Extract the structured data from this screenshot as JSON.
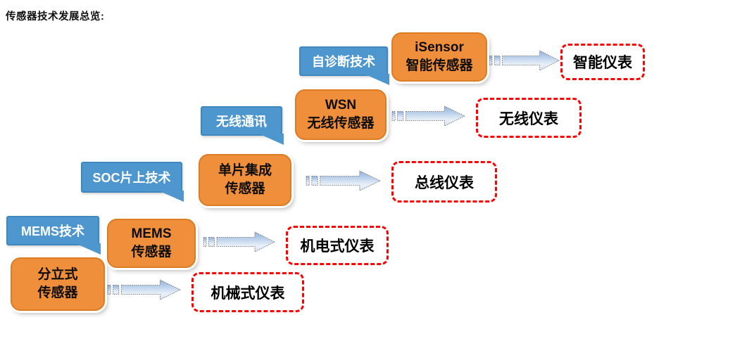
{
  "title": "传感器技术发展总览:",
  "rows": [
    {
      "tech": "自诊断技术",
      "sensor_line1": "iSensor",
      "sensor_line2": "智能传感器",
      "instrument": "智能仪表"
    },
    {
      "tech": "无线通讯",
      "sensor_line1": "WSN",
      "sensor_line2": "无线传感器",
      "instrument": "无线仪表"
    },
    {
      "tech": "SOC片上技术",
      "sensor_line1": "单片集成",
      "sensor_line2": "传感器",
      "instrument": "总线仪表"
    },
    {
      "tech": "MEMS技术",
      "sensor_line1": "MEMS",
      "sensor_line2": "传感器",
      "instrument": "机电式仪表"
    },
    {
      "sensor_line1": "分立式",
      "sensor_line2": "传感器",
      "instrument": "机械式仪表"
    }
  ],
  "colors": {
    "sensor_box_fill": "#EF8E3B",
    "sensor_box_border": "#DC7D24",
    "tech_callout_fill": "#4E97CE",
    "result_box_border": "#FF0000",
    "arrow_gradient_top": "#8FB2DC",
    "arrow_gradient_bottom": "#E9F0F9"
  }
}
